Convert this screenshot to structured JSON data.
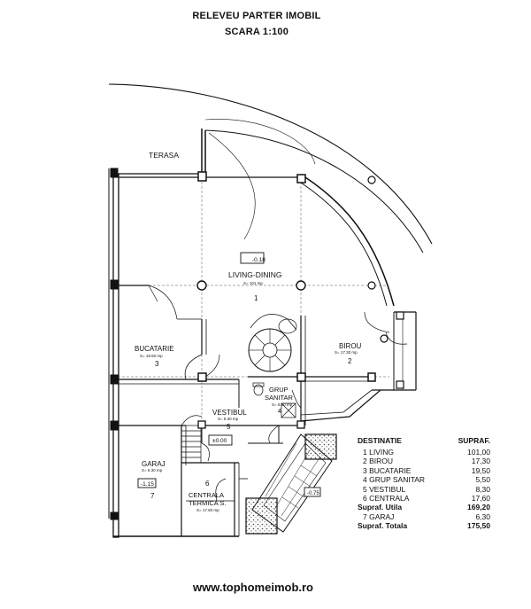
{
  "title": {
    "line1": "RELEVEU PARTER IMOBIL",
    "line2": "SCARA 1:100"
  },
  "rooms": {
    "terasa": "TERASA",
    "living": {
      "name": "LIVING-DINING",
      "area": "S= 101 mp",
      "number": "1",
      "level": "-0.18"
    },
    "bucatarie": {
      "name": "BUCATARIE",
      "area": "S= 19.50 mp",
      "number": "3"
    },
    "birou": {
      "name": "BIROU",
      "area": "S= 17.30 mp",
      "number": "2"
    },
    "grup_sanitar": {
      "name": "GRUP\nSANITAR",
      "line1": "GRUP",
      "line2": "SANITAR",
      "area": "S= 5.50 mp",
      "number": "4"
    },
    "vestibul": {
      "name": "VESTIBUL",
      "area": "S= 8.30 mp",
      "number": "5",
      "level": "±0.00"
    },
    "garaj": {
      "name": "GARAJ",
      "area": "S= 6.30 mp",
      "number": "7",
      "level": "-1.15"
    },
    "centrala": {
      "line1": "CENTRALA",
      "line2": "TERMICA S.",
      "area": "S= 17.60 mp",
      "number": "6"
    },
    "entrance_level": "-0.75"
  },
  "table": {
    "header": {
      "destinatie": "DESTINATIE",
      "supraf": "SUPRAF."
    },
    "rows": [
      {
        "label": "1 LIVING",
        "value": "101,00"
      },
      {
        "label": "2 BIROU",
        "value": "17,30"
      },
      {
        "label": "3 BUCATARIE",
        "value": "19,50"
      },
      {
        "label": "4 GRUP SANITAR",
        "value": "5,50"
      },
      {
        "label": "5 VESTIBUL",
        "value": "8,30"
      },
      {
        "label": "6 CENTRALA",
        "value": "17,60"
      }
    ],
    "utila": {
      "label": "Supraf. Utila",
      "value": "169,20"
    },
    "garaj": {
      "label": "7 GARAJ",
      "value": "6,30"
    },
    "totala": {
      "label": "Supraf. Totala",
      "value": "175,50"
    }
  },
  "website": "www.tophomeimob.ro"
}
